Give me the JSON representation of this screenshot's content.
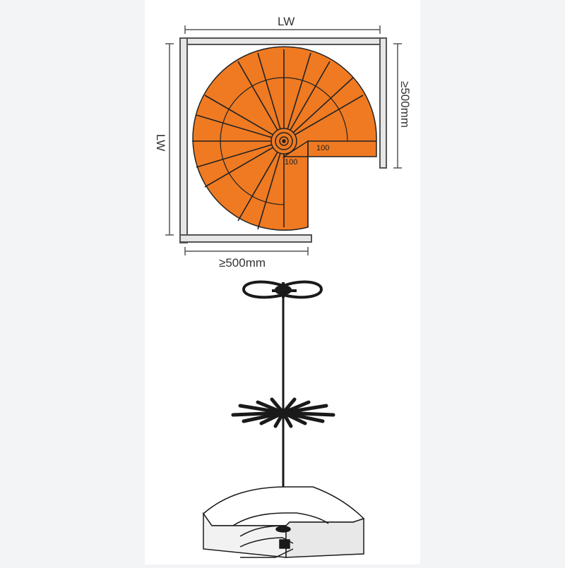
{
  "colors": {
    "background": "#f3f4f6",
    "panel": "#ffffff",
    "tray_fill": "#ef7a22",
    "tray_stroke": "#222222",
    "cabinet_wall_fill": "#e6e6e6",
    "cabinet_wall_stroke": "#555555",
    "dimension_line": "#555555",
    "hardware": "#1a1a1a"
  },
  "top_view": {
    "width_label_top": "LW",
    "width_label_left": "LW",
    "depth_label_right": "≥500mm",
    "depth_label_bottom": "≥500mm",
    "notch_label_horizontal": "100",
    "notch_label_vertical": "100"
  },
  "icons": {
    "tray_top": "three-quarter-tray-icon",
    "pole": "center-pole-icon",
    "base": "cabinet-base-icon"
  }
}
